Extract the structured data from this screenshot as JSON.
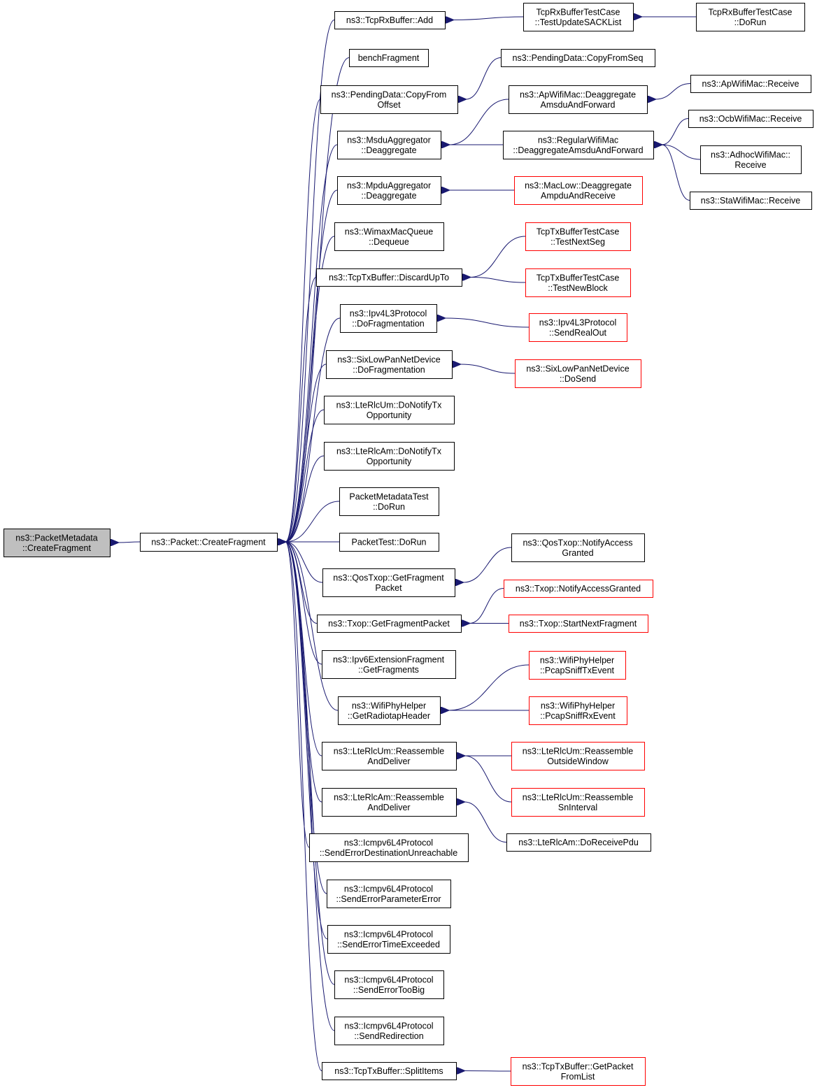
{
  "colors": {
    "edge": "#191970",
    "root_fill": "#bfbfbf",
    "normal_border": "#000000",
    "truncated_border": "#ff0000"
  },
  "nodes": [
    {
      "id": "root",
      "lines": [
        "ns3::PacketMetadata",
        "::CreateFragment"
      ],
      "style": "root"
    },
    {
      "id": "create",
      "lines": [
        "ns3::Packet::CreateFragment"
      ],
      "style": "normal"
    },
    {
      "id": "rxadd",
      "lines": [
        "ns3::TcpRxBuffer::Add"
      ],
      "style": "normal"
    },
    {
      "id": "bench",
      "lines": [
        "benchFragment"
      ],
      "style": "normal"
    },
    {
      "id": "pdcopy",
      "lines": [
        "ns3::PendingData::CopyFrom",
        "Offset"
      ],
      "style": "normal"
    },
    {
      "id": "msdu",
      "lines": [
        "ns3::MsduAggregator",
        "::Deaggregate"
      ],
      "style": "normal"
    },
    {
      "id": "mpdu",
      "lines": [
        "ns3::MpduAggregator",
        "::Deaggregate"
      ],
      "style": "normal"
    },
    {
      "id": "wimax",
      "lines": [
        "ns3::WimaxMacQueue",
        "::Dequeue"
      ],
      "style": "normal"
    },
    {
      "id": "txdiscard",
      "lines": [
        "ns3::TcpTxBuffer::DiscardUpTo"
      ],
      "style": "normal"
    },
    {
      "id": "ipv4frag",
      "lines": [
        "ns3::Ipv4L3Protocol",
        "::DoFragmentation"
      ],
      "style": "normal"
    },
    {
      "id": "sixfrag",
      "lines": [
        "ns3::SixLowPanNetDevice",
        "::DoFragmentation"
      ],
      "style": "normal"
    },
    {
      "id": "umnotify",
      "lines": [
        "ns3::LteRlcUm::DoNotifyTx",
        "Opportunity"
      ],
      "style": "normal"
    },
    {
      "id": "amnotify",
      "lines": [
        "ns3::LteRlcAm::DoNotifyTx",
        "Opportunity"
      ],
      "style": "normal"
    },
    {
      "id": "pmtest",
      "lines": [
        "PacketMetadataTest",
        "::DoRun"
      ],
      "style": "normal"
    },
    {
      "id": "ptest",
      "lines": [
        "PacketTest::DoRun"
      ],
      "style": "normal"
    },
    {
      "id": "qosget",
      "lines": [
        "ns3::QosTxop::GetFragment",
        "Packet"
      ],
      "style": "normal"
    },
    {
      "id": "txopget",
      "lines": [
        "ns3::Txop::GetFragmentPacket"
      ],
      "style": "normal"
    },
    {
      "id": "ipv6ext",
      "lines": [
        "ns3::Ipv6ExtensionFragment",
        "::GetFragments"
      ],
      "style": "normal"
    },
    {
      "id": "radiotap",
      "lines": [
        "ns3::WifiPhyHelper",
        "::GetRadiotapHeader"
      ],
      "style": "normal"
    },
    {
      "id": "umreasm",
      "lines": [
        "ns3::LteRlcUm::Reassemble",
        "AndDeliver"
      ],
      "style": "normal"
    },
    {
      "id": "amreasm",
      "lines": [
        "ns3::LteRlcAm::Reassemble",
        "AndDeliver"
      ],
      "style": "normal"
    },
    {
      "id": "icmpdest",
      "lines": [
        "ns3::Icmpv6L4Protocol",
        "::SendErrorDestinationUnreachable"
      ],
      "style": "normal"
    },
    {
      "id": "icmpparam",
      "lines": [
        "ns3::Icmpv6L4Protocol",
        "::SendErrorParameterError"
      ],
      "style": "normal"
    },
    {
      "id": "icmptime",
      "lines": [
        "ns3::Icmpv6L4Protocol",
        "::SendErrorTimeExceeded"
      ],
      "style": "normal"
    },
    {
      "id": "icmpbig",
      "lines": [
        "ns3::Icmpv6L4Protocol",
        "::SendErrorTooBig"
      ],
      "style": "normal"
    },
    {
      "id": "icmpredir",
      "lines": [
        "ns3::Icmpv6L4Protocol",
        "::SendRedirection"
      ],
      "style": "normal"
    },
    {
      "id": "txsplit",
      "lines": [
        "ns3::TcpTxBuffer::SplitItems"
      ],
      "style": "normal"
    },
    {
      "id": "rxsack",
      "lines": [
        "TcpRxBufferTestCase",
        "::TestUpdateSACKList"
      ],
      "style": "normal"
    },
    {
      "id": "pdcopyseq",
      "lines": [
        "ns3::PendingData::CopyFromSeq"
      ],
      "style": "normal"
    },
    {
      "id": "apdeagg",
      "lines": [
        "ns3::ApWifiMac::Deaggregate",
        "AmsduAndForward"
      ],
      "style": "normal"
    },
    {
      "id": "regdeagg",
      "lines": [
        "ns3::RegularWifiMac",
        "::DeaggregateAmsduAndForward"
      ],
      "style": "normal"
    },
    {
      "id": "macdeagg",
      "lines": [
        "ns3::MacLow::Deaggregate",
        "AmpduAndReceive"
      ],
      "style": "red"
    },
    {
      "id": "txnextseg",
      "lines": [
        "TcpTxBufferTestCase",
        "::TestNextSeg"
      ],
      "style": "red"
    },
    {
      "id": "txnewblock",
      "lines": [
        "TcpTxBufferTestCase",
        "::TestNewBlock"
      ],
      "style": "red"
    },
    {
      "id": "ipv4send",
      "lines": [
        "ns3::Ipv4L3Protocol",
        "::SendRealOut"
      ],
      "style": "red"
    },
    {
      "id": "sixsend",
      "lines": [
        "ns3::SixLowPanNetDevice",
        "::DoSend"
      ],
      "style": "red"
    },
    {
      "id": "qosnotify",
      "lines": [
        "ns3::QosTxop::NotifyAccess",
        "Granted"
      ],
      "style": "normal"
    },
    {
      "id": "txopnotify",
      "lines": [
        "ns3::Txop::NotifyAccessGranted"
      ],
      "style": "red"
    },
    {
      "id": "txopstart",
      "lines": [
        "ns3::Txop::StartNextFragment"
      ],
      "style": "red"
    },
    {
      "id": "sniffrx_tx",
      "lines": [
        "ns3::WifiPhyHelper",
        "::PcapSniffTxEvent"
      ],
      "style": "red"
    },
    {
      "id": "sniffrx_rx",
      "lines": [
        "ns3::WifiPhyHelper",
        "::PcapSniffRxEvent"
      ],
      "style": "red"
    },
    {
      "id": "umoutside",
      "lines": [
        "ns3::LteRlcUm::Reassemble",
        "OutsideWindow"
      ],
      "style": "red"
    },
    {
      "id": "umsn",
      "lines": [
        "ns3::LteRlcUm::Reassemble",
        "SnInterval"
      ],
      "style": "red"
    },
    {
      "id": "amrecv",
      "lines": [
        "ns3::LteRlcAm::DoReceivePdu"
      ],
      "style": "normal"
    },
    {
      "id": "txgetpkt",
      "lines": [
        "ns3::TcpTxBuffer::GetPacket",
        "FromList"
      ],
      "style": "red"
    },
    {
      "id": "rxdorun",
      "lines": [
        "TcpRxBufferTestCase",
        "::DoRun"
      ],
      "style": "normal"
    },
    {
      "id": "aprecv",
      "lines": [
        "ns3::ApWifiMac::Receive"
      ],
      "style": "normal"
    },
    {
      "id": "ocbrecv",
      "lines": [
        "ns3::OcbWifiMac::Receive"
      ],
      "style": "normal"
    },
    {
      "id": "adhocrecv",
      "lines": [
        "ns3::AdhocWifiMac::",
        "Receive"
      ],
      "style": "normal"
    },
    {
      "id": "starecv",
      "lines": [
        "ns3::StaWifiMac::Receive"
      ],
      "style": "normal"
    }
  ]
}
